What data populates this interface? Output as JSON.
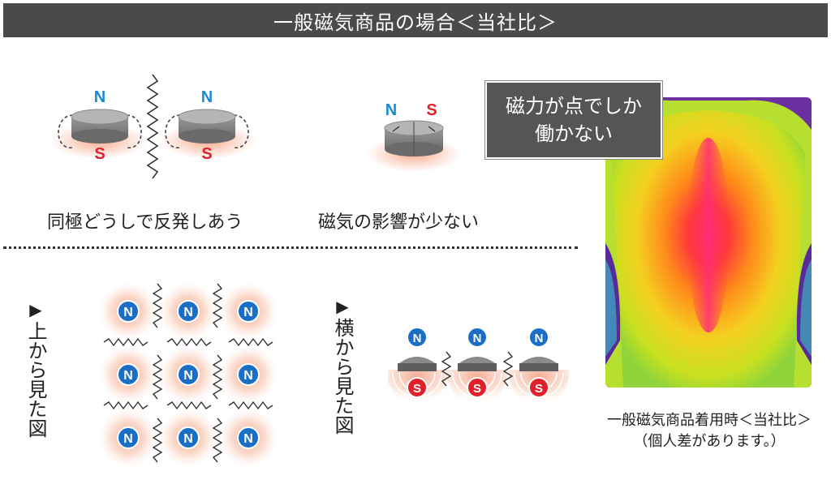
{
  "banner": {
    "title": "一般磁気商品の場合＜当社比＞"
  },
  "labels": {
    "north": "N",
    "south": "S"
  },
  "top_left": {
    "caption": "同極どうしで反発しあう"
  },
  "top_middle": {
    "caption": "磁気の影響が少ない"
  },
  "bottom_left": {
    "marker": "▶",
    "label": "上から見た図"
  },
  "bottom_middle": {
    "marker": "▶",
    "label": "横から見た図"
  },
  "thermal": {
    "callout_line1": "磁力が点でしか",
    "callout_line2": "働かない",
    "caption_line1": "一般磁気商品着用時＜当社比＞",
    "caption_line2": "（個人差があります。）"
  },
  "colors": {
    "north": "#1a6fc4",
    "south": "#e0202a",
    "banner": "#4a4a4a",
    "glow": "#f4b59a"
  }
}
